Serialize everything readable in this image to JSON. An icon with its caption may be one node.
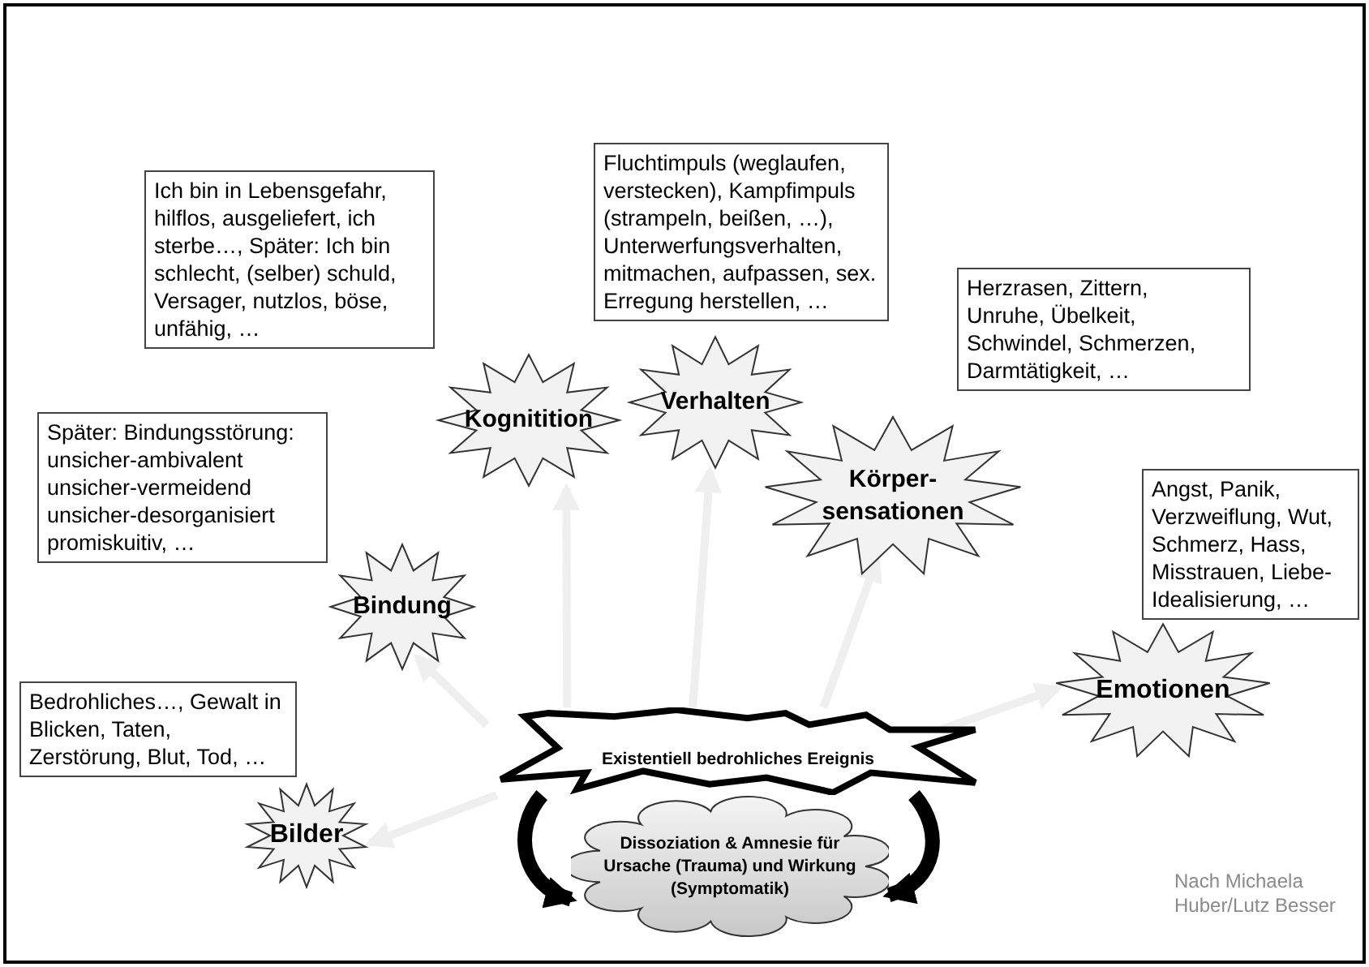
{
  "diagram": {
    "nodes": [
      {
        "text": [
          "Existentiell bedrohliches Ereignis"
        ]
      },
      {
        "text": [
          "Dissoziation & Amnesie für Ursache (Trauma) und Wirkung (Symptomatik)"
        ]
      },
      {
        "text": [
          "Bilder"
        ]
      },
      {
        "text": [
          "Bindung"
        ]
      },
      {
        "text": [
          "Kognitition"
        ]
      },
      {
        "text": [
          "Verhalten"
        ]
      },
      {
        "text": [
          "Körper- sensationen"
        ]
      },
      {
        "text": [
          "Emotionen"
        ]
      },
      {
        "text": [
          "Ich bin in Lebensgefahr, hilflos, ausgeliefert, ich sterbe…, Später: Ich bin schlecht, (selber) schuld, Versager, nutzlos, böse, unfähig, …"
        ]
      },
      {
        "text": [
          "Fluchtimpuls (weglaufen, verstecken), Kampfimpuls (strampeln, beißen, …), Unterwerfungsverhalten, mitmachen, aufpassen, sex. Erregung herstellen, …"
        ]
      },
      {
        "text": [
          "Herzrasen, Zittern, Unruhe, Übelkeit, Schwindel, Schmerzen, Darmtätigkeit, …"
        ]
      },
      {
        "text": [
          "Später: Bindungsstörung: unsicher-ambivalent unsicher-vermeidend unsicher-desorganisiert promiskuitiv, …"
        ]
      },
      {
        "text": [
          "Angst, Panik, Verzweiflung, Wut, Schmerz, Hass, Misstrauen, Liebe-Idealisierung, …"
        ]
      },
      {
        "text": [
          "Bedrohliches…, Gewalt in Blicken, Taten, Zerstörung, Blut, Tod, …"
        ]
      }
    ],
    "edges": [
      {
        "from": 0,
        "to": 2,
        "arrow": "to"
      },
      {
        "from": 0,
        "to": 3,
        "arrow": "to"
      },
      {
        "from": 0,
        "to": 4,
        "arrow": "to"
      },
      {
        "from": 0,
        "to": 5,
        "arrow": "to"
      },
      {
        "from": 0,
        "to": 6,
        "arrow": "to"
      },
      {
        "from": 0,
        "to": 7,
        "arrow": "to"
      },
      {
        "from": 0,
        "to": 1,
        "arrow": "to",
        "style": "thick",
        "color": "#000000"
      },
      {
        "from": 0,
        "to": 1,
        "arrow": "to",
        "style": "thick",
        "color": "#000000"
      }
    ],
    "labels": [
      "Nach Michaela Huber/Lutz Besser"
    ]
  }
}
